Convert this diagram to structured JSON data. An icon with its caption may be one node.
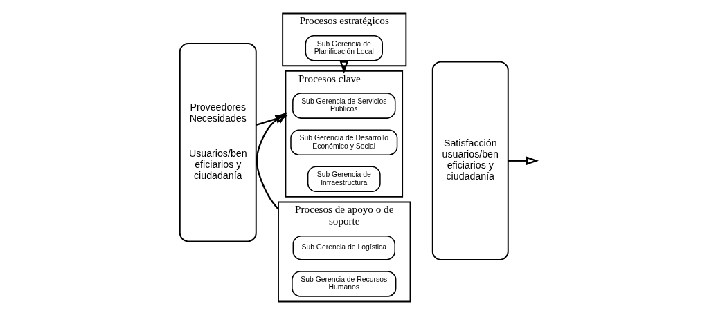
{
  "diagram": {
    "nodes": [
      {
        "text": [
          "Proveedores Necesidades",
          "Usuarios/ben eficiarios y ciudadanía"
        ]
      },
      {
        "text": [
          "Procesos estratégicos"
        ]
      },
      {
        "text": [
          "Sub Gerencia de Planificación Local"
        ],
        "in": 1
      },
      {
        "text": [
          "Procesos clave"
        ]
      },
      {
        "text": [
          "Sub Gerencia de Servicios Públicos"
        ],
        "in": 3
      },
      {
        "text": [
          "Sub Gerencia de Desarrollo Económico y Social"
        ],
        "in": 3
      },
      {
        "text": [
          "Sub Gerencia de Infraestructura"
        ],
        "in": 3
      },
      {
        "text": [
          "Procesos de apoyo o de soporte"
        ]
      },
      {
        "text": [
          "Sub Gerencia de Logística"
        ],
        "in": 7
      },
      {
        "text": [
          "Sub Gerencia de Recursos Humanos"
        ],
        "in": 7
      },
      {
        "text": [
          "Satisfacción usuarios/ben eficiarios y ciudadanía"
        ]
      }
    ],
    "edges": [
      {
        "from": 0,
        "to": 3,
        "arrow": "to"
      },
      {
        "from": 1,
        "to": 3,
        "arrow": "to"
      },
      {
        "from": 7,
        "to": 3,
        "arrow": "to"
      },
      {
        "from": 10,
        "to": null,
        "arrow": "to"
      }
    ]
  }
}
